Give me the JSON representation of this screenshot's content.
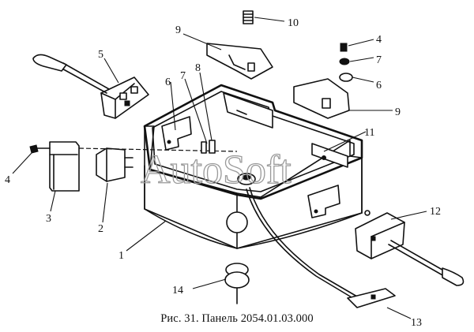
{
  "figure": {
    "caption": "Рис. 31. Панель 2054.01.03.000",
    "watermark": "AutoSoft"
  },
  "callouts": [
    {
      "id": "c1",
      "label": "1"
    },
    {
      "id": "c2",
      "label": "2"
    },
    {
      "id": "c3",
      "label": "3"
    },
    {
      "id": "c4a",
      "label": "4"
    },
    {
      "id": "c4b",
      "label": "4"
    },
    {
      "id": "c5",
      "label": "5"
    },
    {
      "id": "c6a",
      "label": "6"
    },
    {
      "id": "c6b",
      "label": "6"
    },
    {
      "id": "c7a",
      "label": "7"
    },
    {
      "id": "c7b",
      "label": "7"
    },
    {
      "id": "c8",
      "label": "8"
    },
    {
      "id": "c9a",
      "label": "9"
    },
    {
      "id": "c9b",
      "label": "9"
    },
    {
      "id": "c10",
      "label": "10"
    },
    {
      "id": "c11",
      "label": "11"
    },
    {
      "id": "c12",
      "label": "12"
    },
    {
      "id": "c13",
      "label": "13"
    },
    {
      "id": "c14",
      "label": "14"
    }
  ]
}
